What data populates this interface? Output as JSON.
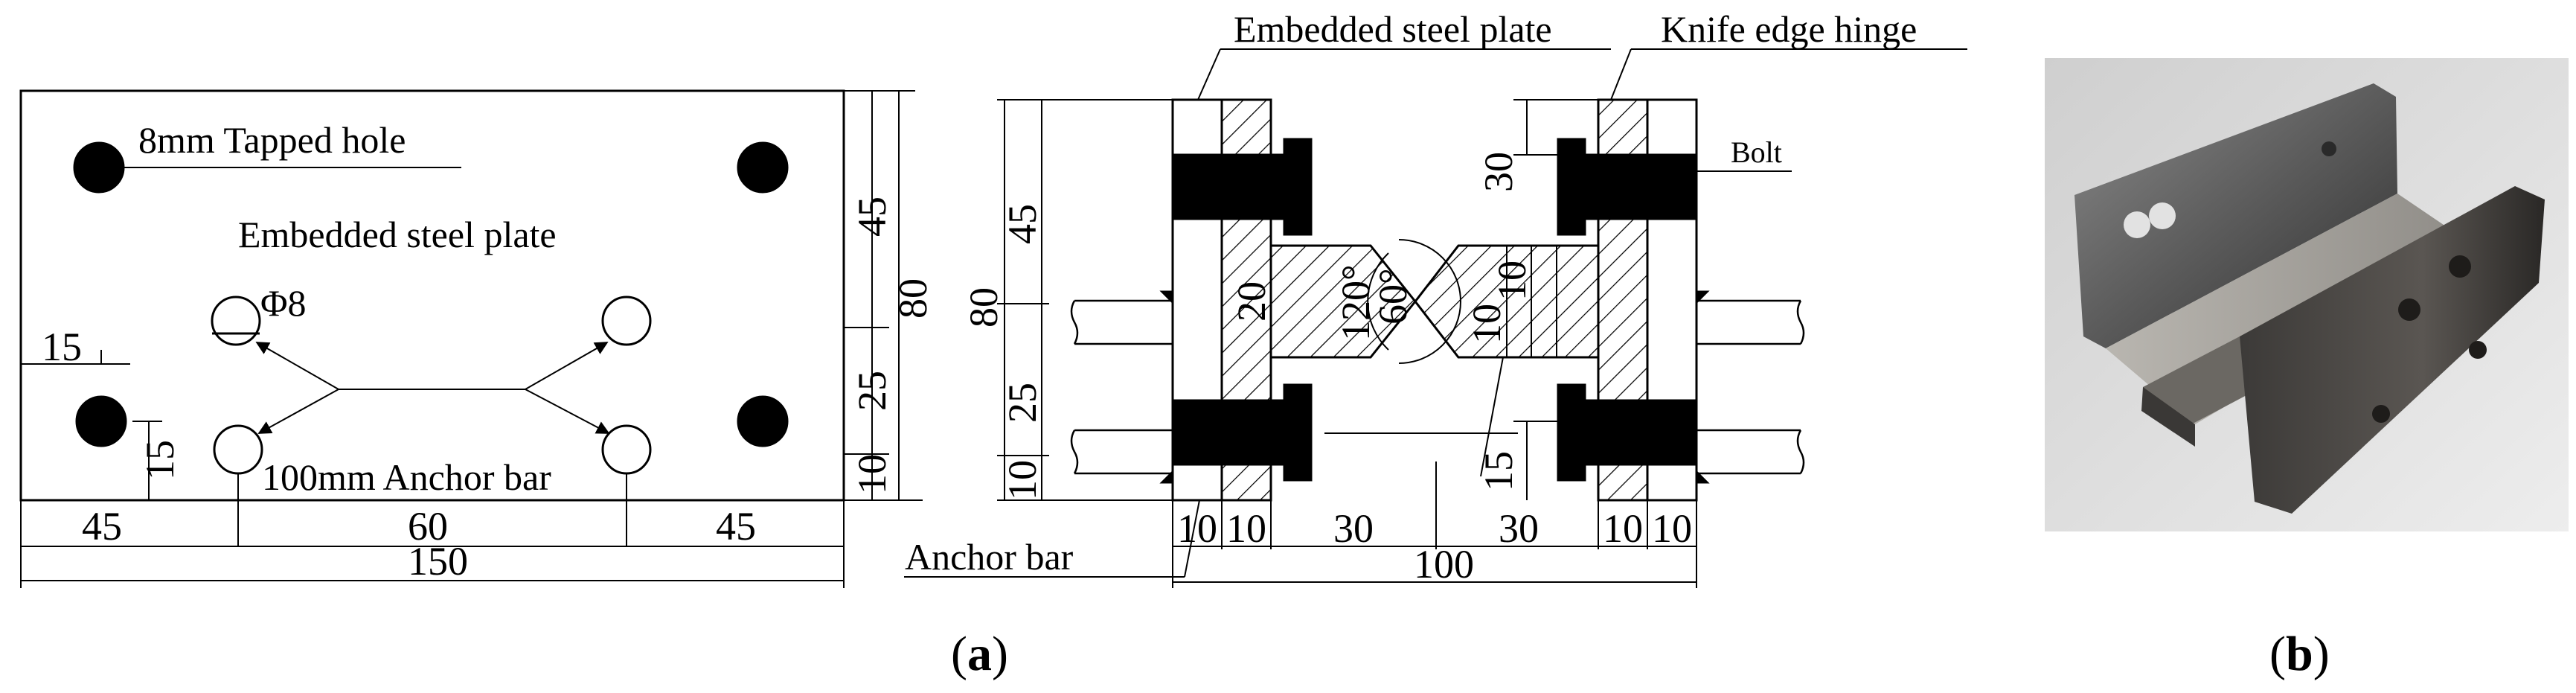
{
  "colors": {
    "ink": "#000000",
    "photo_steel_dark": "#4a4a4a",
    "photo_steel_light": "#a6a6a6",
    "photo_background": "#d9d9d9"
  },
  "plan_view": {
    "tapped_hole_label": "8mm Tapped hole",
    "plate_label": "Embedded steel plate",
    "phi_label": "Φ8",
    "anchor_bar_label": "100mm Anchor bar",
    "dims": {
      "left_15_top": "15",
      "left_15_bottom": "15",
      "right_45": "45",
      "right_25": "25",
      "right_10": "10",
      "right_80": "80",
      "bottom_45_left": "45",
      "bottom_60": "60",
      "bottom_45_right": "45",
      "bottom_150": "150"
    }
  },
  "section_view": {
    "embedded_label": "Embedded steel plate",
    "knife_label": "Knife edge hinge",
    "bolt_label": "Bolt",
    "anchor_label": "Anchor bar",
    "dims": {
      "left_45": "45",
      "left_80": "80",
      "left_25": "25",
      "left_10": "10",
      "right_30": "30",
      "right_15": "15",
      "inner_20": "20",
      "angle_120": "120°",
      "angle_60": "60°",
      "inner_10_a": "10",
      "inner_10_b": "10",
      "bottom_10_1": "10",
      "bottom_10_2": "10",
      "bottom_30_1": "30",
      "bottom_30_2": "30",
      "bottom_10_3": "10",
      "bottom_10_4": "10",
      "bottom_100": "100"
    }
  },
  "captions": {
    "a_open": "(",
    "a_letter": "a",
    "a_close": ")",
    "b_open": "(",
    "b_letter": "b",
    "b_close": ")"
  }
}
